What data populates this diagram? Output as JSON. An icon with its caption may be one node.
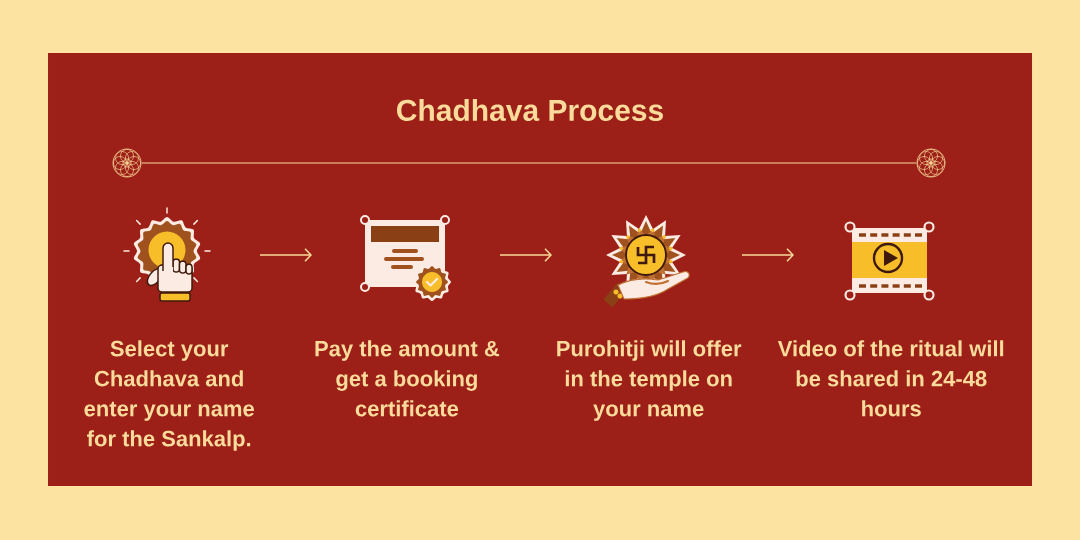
{
  "diagram": {
    "title": "Chadhava Process",
    "nodes": [
      {
        "text": [
          "Select your Chadhava and enter your name for the Sankalp."
        ]
      },
      {
        "text": [
          "Pay the amount & get a booking certificate"
        ]
      },
      {
        "text": [
          "Purohitji will offer in the temple on your name"
        ]
      },
      {
        "text": [
          "Video of the ritual will be shared in 24-48 hours"
        ]
      }
    ],
    "edges": [
      {
        "from": 0,
        "to": 1,
        "arrow": "to"
      },
      {
        "from": 1,
        "to": 2,
        "arrow": "to"
      },
      {
        "from": 2,
        "to": 3,
        "arrow": "to"
      }
    ]
  }
}
